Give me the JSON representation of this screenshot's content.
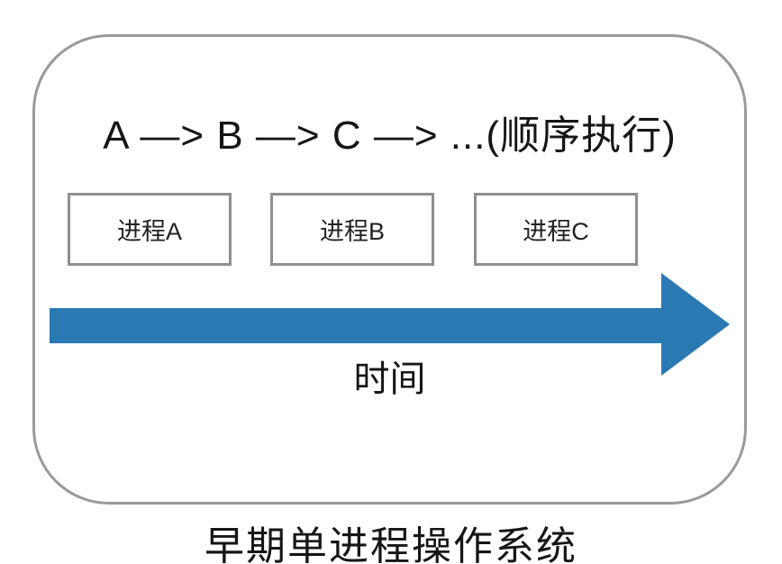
{
  "diagram": {
    "title": "A —> B —> C —> ...(顺序执行)",
    "process_boxes": [
      {
        "label": "进程A"
      },
      {
        "label": "进程B"
      },
      {
        "label": "进程C"
      }
    ],
    "timeline_label": "时间",
    "caption": "早期单进程操作系统"
  },
  "colors": {
    "arrow_blue": "#2b79b2",
    "frame_border": "#9a9a9a",
    "box_border": "#8f8f8f",
    "text": "#161616"
  },
  "icons": {
    "timeline_arrow": "right-arrow-icon"
  }
}
